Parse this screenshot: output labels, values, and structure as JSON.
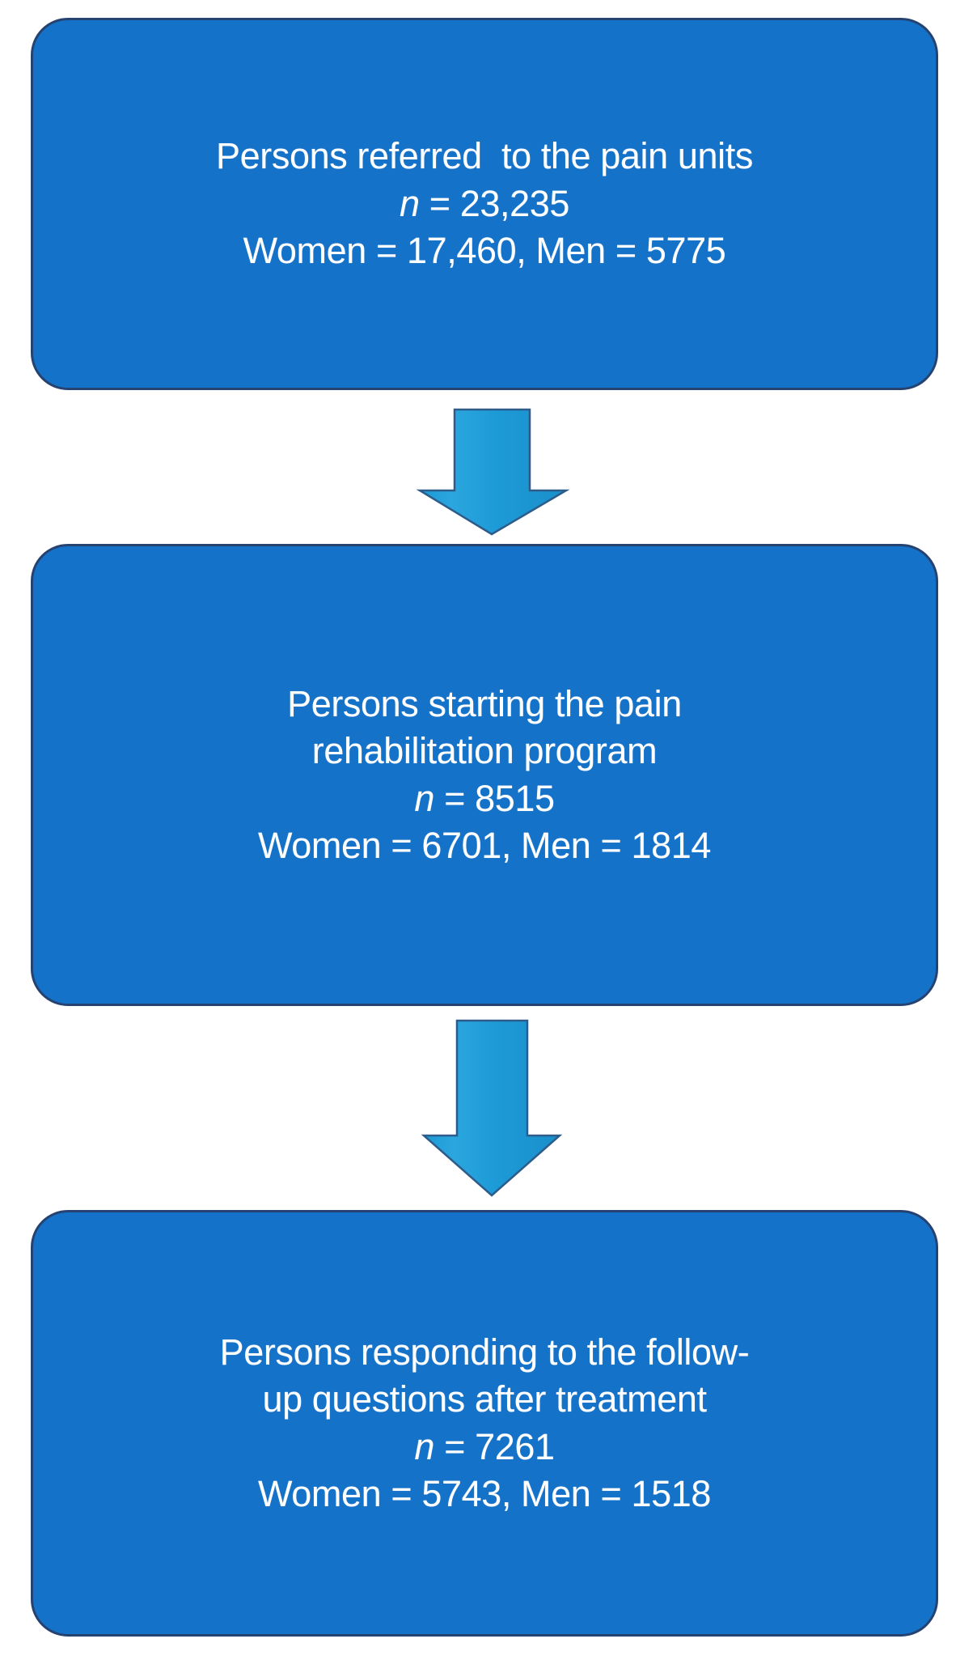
{
  "diagram": {
    "type": "flowchart",
    "orientation": "vertical",
    "background_color": "#FFFFFF",
    "node_fill_color": "#1572C9",
    "node_border_color": "#254270",
    "node_text_color": "#FFFFFF",
    "arrow_fill_color": "#1C9AD6",
    "arrow_border_color": "#2E5C8A",
    "nodes": [
      {
        "id": "referred",
        "lines": [
          "Persons referred  to the pain units",
          "n = 23,235",
          "Women = 17,460, Men = 5775"
        ],
        "label": "Persons referred  to the pain units",
        "n_label": "n",
        "n_value": "23,235",
        "women_label": "Women",
        "women_value": "17,460",
        "men_label": "Men",
        "men_value": "5775"
      },
      {
        "id": "starting-program",
        "lines": [
          "Persons starting the pain",
          "rehabilitation program",
          "n = 8515",
          "Women = 6701, Men = 1814"
        ],
        "label": "Persons starting the pain rehabilitation program",
        "n_label": "n",
        "n_value": "8515",
        "women_label": "Women",
        "women_value": "6701",
        "men_label": "Men",
        "men_value": "1814"
      },
      {
        "id": "follow-up-responders",
        "lines": [
          "Persons responding to the follow-",
          "up questions after treatment",
          "n = 7261",
          "Women = 5743, Men = 1518"
        ],
        "label": "Persons responding to the follow-up questions after treatment",
        "n_label": "n",
        "n_value": "7261",
        "women_label": "Women",
        "women_value": "5743",
        "men_label": "Men",
        "men_value": "1518"
      }
    ],
    "connectors": [
      {
        "id": "arrow-1",
        "from": "referred",
        "to": "starting-program",
        "shape": "down-arrow"
      },
      {
        "id": "arrow-2",
        "from": "starting-program",
        "to": "follow-up-responders",
        "shape": "down-arrow"
      }
    ]
  },
  "node1": {
    "line1": "Persons referred  to the pain units",
    "line2_var": "n",
    "line2_rest": " = 23,235",
    "line3": "Women = 17,460, Men = 5775"
  },
  "node2": {
    "line1": "Persons starting the pain",
    "line2": "rehabilitation program",
    "line3_var": "n",
    "line3_rest": " = 8515",
    "line4": "Women = 6701, Men = 1814"
  },
  "node3": {
    "line1": "Persons responding to the follow-",
    "line2": "up questions after treatment",
    "line3_var": "n",
    "line3_rest": " = 7261",
    "line4": "Women = 5743, Men = 1518"
  }
}
